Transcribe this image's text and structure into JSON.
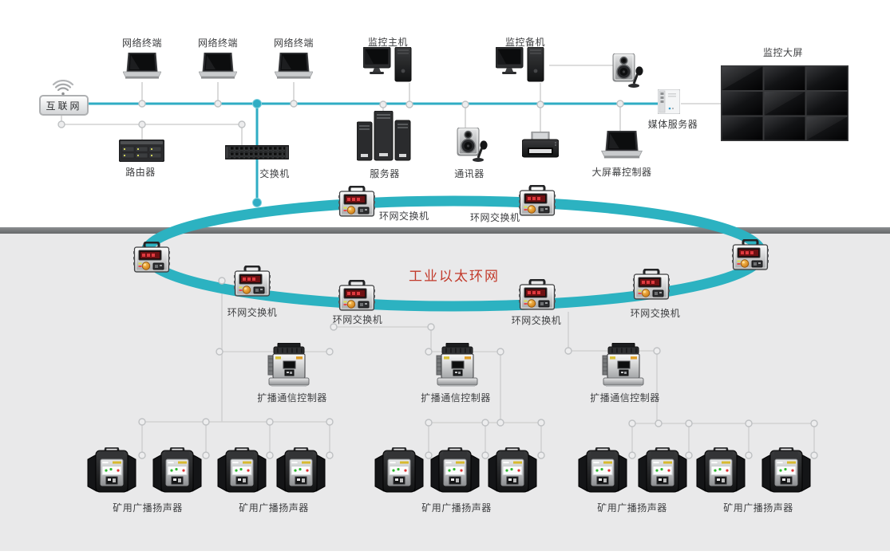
{
  "diagram": {
    "internet_label": "互联网",
    "terminal_labels": [
      "网络终端",
      "网络终端",
      "网络终端"
    ],
    "monitor_host_label": "监控主机",
    "monitor_backup_label": "监控备机",
    "big_screen_label": "监控大屏",
    "router_label": "路由器",
    "switch_label": "交换机",
    "server_label": "服务器",
    "communicator_label": "通讯器",
    "big_screen_controller_label": "大屏幕控制器",
    "media_server_label": "媒体服务器",
    "ring_title": "工业以太环网",
    "ring_switch_labels": [
      "环网交换机",
      "环网交换机",
      "环网交换机",
      "环网交换机",
      "环网交换机",
      "环网交换机"
    ],
    "controller_labels": [
      "扩播通信控制器",
      "扩播通信控制器",
      "扩播通信控制器"
    ],
    "speaker_labels": [
      "矿用广播扬声器",
      "矿用广播扬声器",
      "矿用广播扬声器",
      "矿用广播扬声器",
      "矿用广播扬声器"
    ]
  },
  "icons": {
    "wifi-icon": "three gray arcs over dot",
    "laptop-icon": "dark laptop svg shape",
    "desktop-pc-icon": "monitor with tower svg shape",
    "rack-server-icon": "three dark tower servers",
    "router-icon": "nas box with drive bays",
    "switch-icon": "rack with port grid",
    "speaker-mic-icon": "speaker cabinet with microphone",
    "printer-icon": "dark printer with paper slot",
    "media-server-icon": "small white server box",
    "video-wall-icon": "3x3 dark panel grid",
    "ring-switch-icon": "silver industrial box with red led display and orange knob",
    "broadcast-controller-icon": "silver controller with dark cap and base",
    "mine-speaker-icon": "black flared speaker with silver panel"
  },
  "colors": {
    "accent": "#2fadc4",
    "ring": "#2cb2c1",
    "ring_title": "#c23a2b",
    "divider_bar": "#75787a",
    "section_bg": "#e9e9ea",
    "connector": "#d2d2d2",
    "label_text": "#3d3e40"
  }
}
